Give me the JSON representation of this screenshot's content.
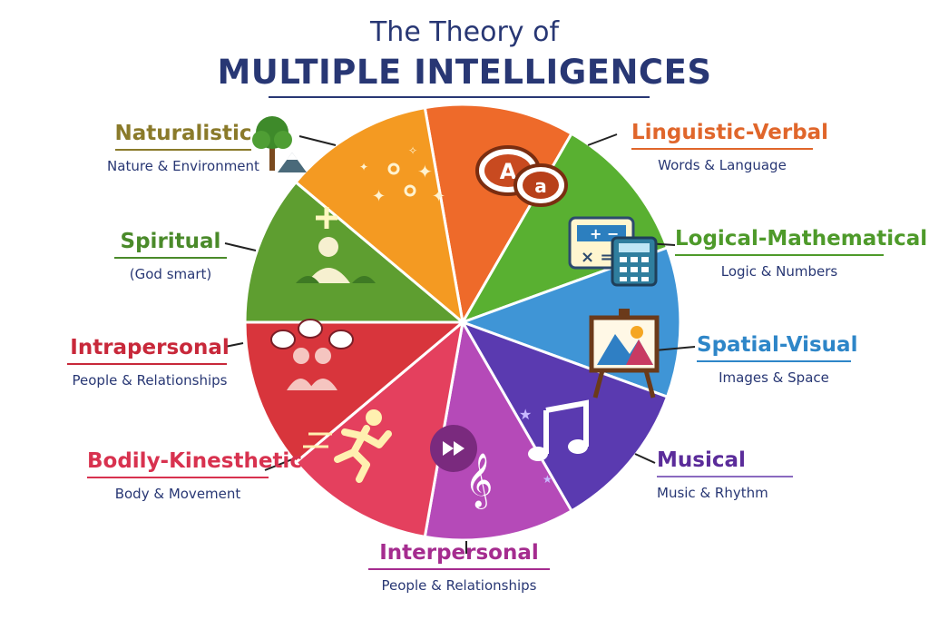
{
  "header": {
    "title_line1": "The Theory of",
    "title_line2": "MULTIPLE INTELLIGENCES"
  },
  "intelligences": [
    {
      "name": "Linguistic-Verbal",
      "subtitle": "Words & Language",
      "color": "#E0662B",
      "icon": "speech-bubbles-letters-icon"
    },
    {
      "name": "Logical-Mathematical",
      "subtitle": "Logic & Numbers",
      "color": "#4E9A2A",
      "icon": "calculator-icon"
    },
    {
      "name": "Spatial-Visual",
      "subtitle": "Images & Space",
      "color": "#2E86C8",
      "icon": "easel-painting-icon"
    },
    {
      "name": "Musical",
      "subtitle": "Music & Rhythm",
      "color": "#5B2C9A",
      "icon": "music-note-icon"
    },
    {
      "name": "Interpersonal",
      "subtitle": "People & Relationships",
      "color": "#A52C8F",
      "icon": "treble-clef-icon"
    },
    {
      "name": "Bodily-Kinesthetic",
      "subtitle": "Body & Movement",
      "color": "#D8324F",
      "icon": "running-person-icon"
    },
    {
      "name": "Intrapersonal",
      "subtitle": "People & Relationships",
      "color": "#C8283A",
      "icon": "group-thinking-icon"
    },
    {
      "name": "Spiritual",
      "subtitle": "(God smart)",
      "color": "#4A8A2A",
      "icon": "spiritual-person-icon"
    },
    {
      "name": "Naturalistic",
      "subtitle": "Nature & Environment",
      "color": "#8A7A2A",
      "icon": "tree-mountain-icon"
    }
  ],
  "wedge_colors": [
    "#EE6A2A",
    "#59B031",
    "#3F95D6",
    "#5A3AB0",
    "#B54AB8",
    "#E4405E",
    "#D8353C",
    "#5E9E30",
    "#F49A22"
  ]
}
